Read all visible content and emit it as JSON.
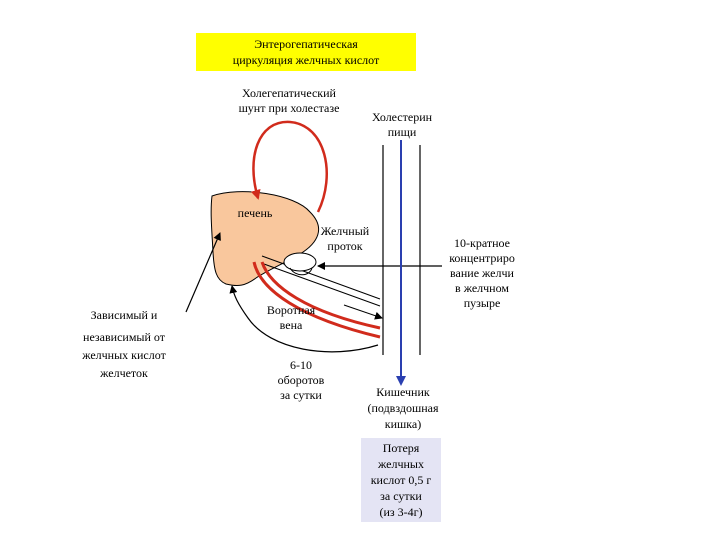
{
  "title": {
    "line1": "Энтерогепатическая",
    "line2": "циркуляция желчных кислот"
  },
  "labels": {
    "shunt": {
      "line1": "Холегепатический",
      "line2": "шунт при холестазе"
    },
    "dietary_cholesterol": {
      "line1": "Холестерин",
      "line2": "пищи"
    },
    "liver": "печень",
    "bile_duct": {
      "line1": "Желчный",
      "line2": "проток"
    },
    "concentration": {
      "line1": "10-кратное",
      "line2": "концентриро",
      "line3": "вание желчи",
      "line4": "в желчном",
      "line5": "пузыре"
    },
    "transport": {
      "line1": "Зависимый  и",
      "line2": "независимый от",
      "line3": "желчных кислот",
      "line4": "желчеток"
    },
    "portal_vein": {
      "line1": "Воротная",
      "line2": "вена"
    },
    "cycles": {
      "line1": "6-10",
      "line2": "оборотов",
      "line3": "за сутки"
    },
    "intestine": {
      "line1": "Кишечник",
      "line2": "(подвздошная",
      "line3": "кишка)"
    }
  },
  "loss_box": {
    "line1": "Потеря",
    "line2": "желчных",
    "line3": "кислот 0,5 г",
    "line4": "за сутки",
    "line5": "(из 3-4г)"
  },
  "colors": {
    "title_bg": "#ffff00",
    "loss_bg": "#e4e4f4",
    "liver": "#f9c79d",
    "red_arrow": "#d12b1c",
    "blue_arrow": "#2a3fb0"
  }
}
